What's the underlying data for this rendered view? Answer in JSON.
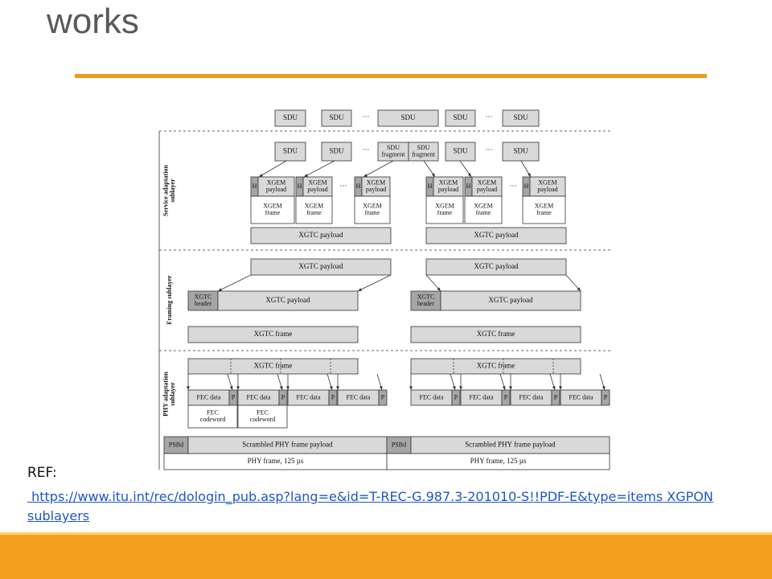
{
  "slide": {
    "title": "works",
    "ref_label": "REF:",
    "ref_url": "https://www.itu.int/rec/dologin_pub.asp?lang=e&id=T-REC-G.987.3-201010-S!!PDF-E&type=items",
    "ref_suffix": "XGPON sublayers"
  },
  "colors": {
    "accent": "#ee9a22",
    "band": "#f4a01f",
    "box_fill": "#d9d9d9",
    "dark_fill": "#a6a6a6",
    "link": "#1e56c4"
  },
  "diagram": {
    "sublayers": [
      "Service adaptation sublayer",
      "Framing sublayer",
      "PHY adaptation sublayer"
    ],
    "labels": {
      "sdu": "SDU",
      "sdu_fragment": "SDU fragment",
      "header": "H",
      "xgem_payload": "XGEM payload",
      "xgem_frame": "XGEM frame",
      "xgtc_payload": "XGTC payload",
      "xgtc_header": "XGTC header",
      "xgtc_frame": "XGTC frame",
      "fec_data": "FEC data",
      "parity": "P",
      "fec_codeword": "FEC codeword",
      "psbd": "PSBd",
      "scrambled_payload": "Scrambled PHY frame payload",
      "phy_frame": "PHY frame, 125 µs",
      "ellipsis": "···"
    }
  }
}
